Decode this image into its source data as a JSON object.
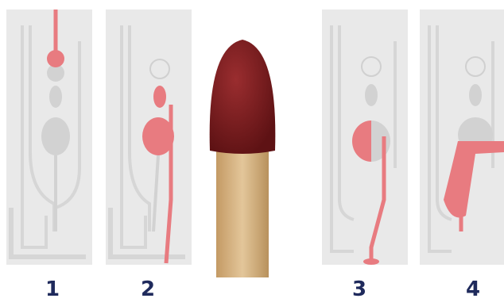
{
  "steps": [
    {
      "label": "1"
    },
    {
      "label": "2"
    },
    {
      "label": "3"
    },
    {
      "label": "4"
    }
  ],
  "colors": {
    "panel_bg": "#e9e9e9",
    "channel": "#d8d8d8",
    "fluid": "#e87b80",
    "match_head": "#7a1f22",
    "match_stick": "#d8b78a",
    "label": "#1f2a5c"
  }
}
